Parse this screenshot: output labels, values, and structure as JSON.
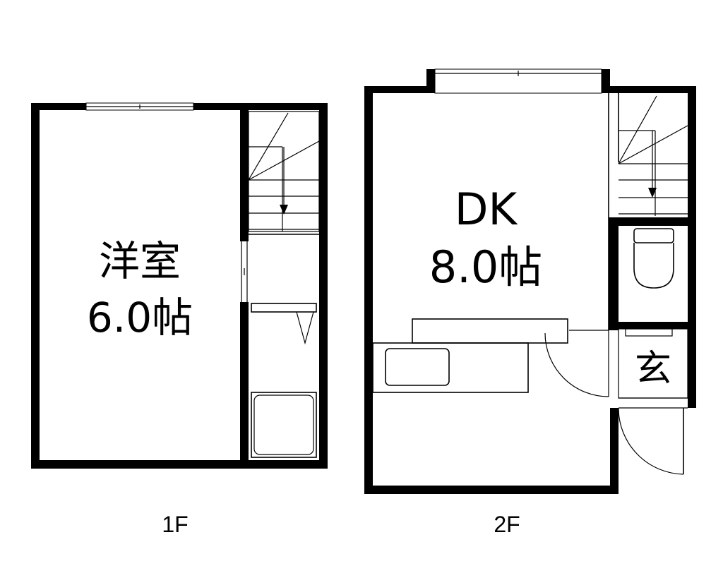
{
  "floors": [
    {
      "label": "1F",
      "rooms": [
        {
          "name": "洋室",
          "size": "6.0帖"
        }
      ]
    },
    {
      "label": "2F",
      "rooms": [
        {
          "name": "DK",
          "size": "8.0帖"
        },
        {
          "name": "玄",
          "size": ""
        }
      ]
    }
  ],
  "colors": {
    "wall": "#000000",
    "background": "#ffffff"
  }
}
